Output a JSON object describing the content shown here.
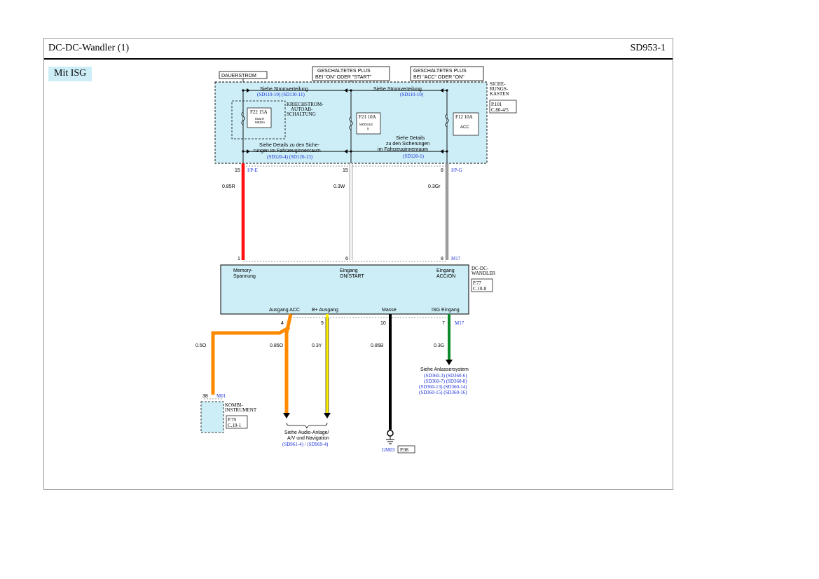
{
  "header": {
    "title": "DC-DC-Wandler (1)",
    "code": "SD953-1"
  },
  "variant_label": "Mit ISG",
  "power_sources": {
    "dauerstrom": "DAUERSTROM",
    "on_start_line1": "GESCHALTETES PLUS",
    "on_start_line2": "BEI \"ON\" ODER \"START\"",
    "acc_on_line1": "GESCHALTETES PLUS",
    "acc_on_line2": "BEI \"ACC\" ODER \"ON\""
  },
  "fuse_box": {
    "name_line1": "SICHE-",
    "name_line2": "RUNGS-",
    "name_line3": "KASTEN",
    "ref_line1": "P.101",
    "ref_line2": "C.80-4/5",
    "dist_left_label": "Siehe Stromverteilung",
    "dist_left_refs": "(SD110-10) (SD110-11)",
    "dist_right_label": "Siehe Stromverteilung",
    "dist_right_refs": "(SD110-10)",
    "kriech_line1": "KRIECHSTROM-",
    "kriech_line2": "AUTOAB-",
    "kriech_line3": "SCHALTUNG",
    "fuse1_rating": "F22 15A",
    "fuse1_name_line1": "MULTI",
    "fuse1_name_line2": "MEDIA",
    "fuse2_rating": "F21 10A",
    "fuse2_name_line1": "MODULE",
    "fuse2_name_line2": "5",
    "fuse3_rating": "F12 10A",
    "fuse3_name": "ACC",
    "details_left_line1": "Siehe Details zu den Siche-",
    "details_left_line2": "rungen im Fahrzeuginnenraum",
    "details_left_refs": "(SD120-4) (SD120-13)",
    "details_right_line1": "Siehe Details",
    "details_right_line2": "zu den Sicherungen",
    "details_right_line3": "im Fahrzeuginnenraum",
    "details_right_refs": "(SD120-1)"
  },
  "fuse_box_pins": {
    "pin_left": "15",
    "conn_left": "I/P-E",
    "pin_mid": "15",
    "pin_right": "8",
    "conn_right": "I/P-G"
  },
  "wires_top": {
    "red": "0.85R",
    "white": "0.3W",
    "gray": "0.3Gr"
  },
  "converter": {
    "name_line1": "DC-DC-",
    "name_line2": "WANDLER",
    "ref_line1": "P.77",
    "ref_line2": "C.10-8",
    "connector": "M17",
    "pin1": "1",
    "pin6": "6",
    "pin8": "8",
    "in_mem_line1": "Memory-",
    "in_mem_line2": "Spannung",
    "in_on_line1": "Eingang",
    "in_on_line2": "ON/START",
    "in_acc_line1": "Eingang",
    "in_acc_line2": "ACC/ON",
    "out_acc": "Ausgang ACC",
    "out_b": "B+ Ausgang",
    "out_masse": "Masse",
    "out_isg": "ISG Eingang",
    "pin4": "4",
    "pin9": "9",
    "pin10": "10",
    "pin7": "7",
    "connector_bottom": "M17"
  },
  "wires_bottom": {
    "orange_left": "0.5O",
    "orange_right": "0.85O",
    "yellow": "0.3Y",
    "black": "0.85B",
    "green": "0.3G"
  },
  "kombi": {
    "pin": "38",
    "connector": "M01",
    "name_line1": "KOMBI-",
    "name_line2": "INSTRUMENT",
    "ref_line1": "P.79",
    "ref_line2": "C.10-1"
  },
  "audio": {
    "line1": "Siehe Audio-Anlage/",
    "line2": "A/V und Navigation",
    "refs": "(SD961-4) / (SD969-4)"
  },
  "ground": {
    "name": "GM03",
    "ref": "P.98"
  },
  "starter": {
    "label": "Siehe Anlassersystem",
    "refs1": "(SD360-3) (SD360-6)",
    "refs2": "(SD360-7) (SD360-8)",
    "refs3": "(SD360-13) (SD360-14)",
    "refs4": "(SD360-15) (SD360-16)"
  },
  "colors": {
    "fuse_box_fill": "#cdeef7",
    "red": "#ff1010",
    "orange": "#ff8a00",
    "yellow": "#ffee00",
    "gray": "#9c9c9c",
    "green": "#0e8a2c",
    "black": "#000000",
    "link_blue": "#1a2fd6"
  }
}
